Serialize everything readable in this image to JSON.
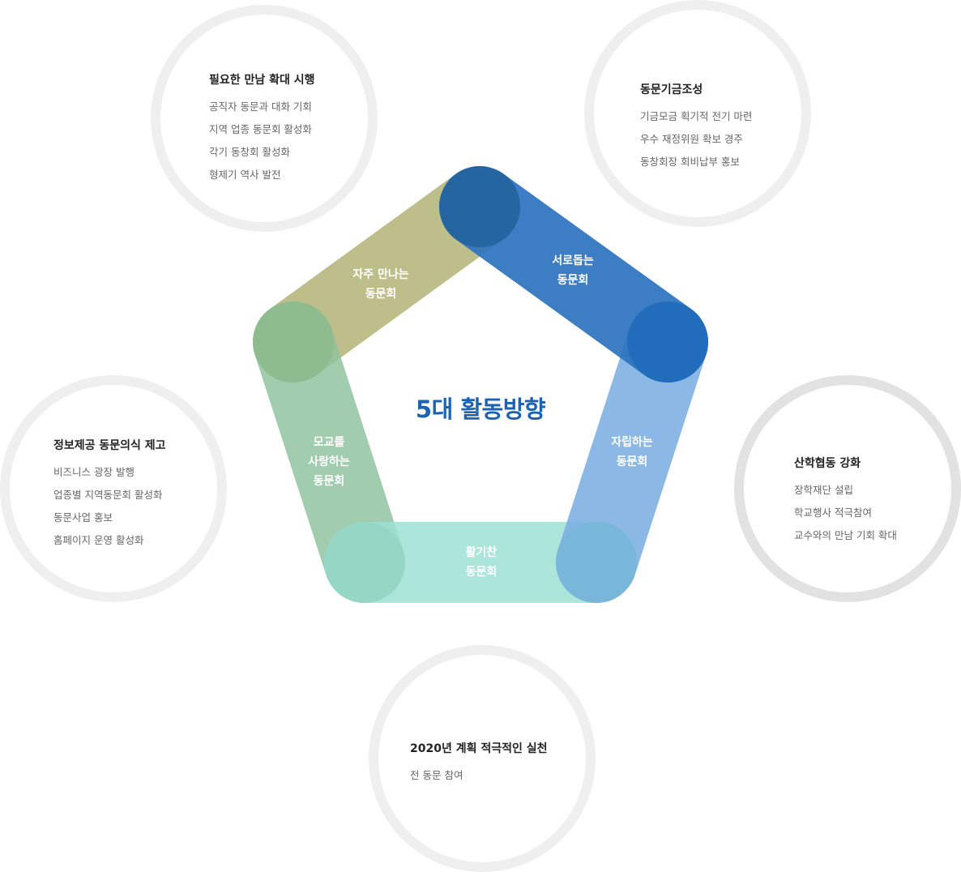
{
  "center": {
    "title": "5대 활동방향"
  },
  "bands": [
    {
      "id": "top-left",
      "lines": [
        "자주 만나는",
        "동문회"
      ],
      "color": "#b7b97f"
    },
    {
      "id": "top-right",
      "lines": [
        "서로돕는",
        "동문회"
      ],
      "color": "#2c72bf"
    },
    {
      "id": "right",
      "lines": [
        "자립하는",
        "동문회"
      ],
      "color": "#7caee3"
    },
    {
      "id": "bottom",
      "lines": [
        "활기찬",
        "동문회"
      ],
      "color": "#9ee0d4"
    },
    {
      "id": "left",
      "lines": [
        "모교를",
        "사랑하는",
        "동문회"
      ],
      "color": "#91c3a0"
    }
  ],
  "nodes": [
    {
      "id": "top-right",
      "color": "#2364a0"
    },
    {
      "id": "right",
      "color": "#1f6bbb"
    },
    {
      "id": "bottom",
      "color": "#77b7d8"
    },
    {
      "id": "bottom-left",
      "color": "#93d5c3"
    },
    {
      "id": "left",
      "color": "#8dbb8d"
    }
  ],
  "circles": [
    {
      "id": "top-left",
      "title": "필요한 만남 확대 시행",
      "items": [
        "공직자 동문과 대화 기회",
        "지역 업종 동문회 활성화",
        "각기 동창회 활성화",
        "형제기 역사 발전"
      ]
    },
    {
      "id": "top-right",
      "title": "동문기금조성",
      "items": [
        "기금모금 획기적 전기 마련",
        "우수 재정위원 확보 경주",
        "동창회장 회비납부 홍보"
      ]
    },
    {
      "id": "right",
      "title": "산학협동 강화",
      "items": [
        "장학재단 설립",
        "학교행사 적극참여",
        "교수와의 만남 기회 확대"
      ]
    },
    {
      "id": "bottom",
      "title": "2020년 계획 적극적인 실천",
      "items": [
        "전 동문 참여"
      ]
    },
    {
      "id": "left",
      "title": "정보제공 동문의식 제고",
      "items": [
        "비즈니스 광장 발행",
        "업종별 지역동문회 활성화",
        "동문사업 홍보",
        "홈페이지 운영 활성화"
      ]
    }
  ]
}
